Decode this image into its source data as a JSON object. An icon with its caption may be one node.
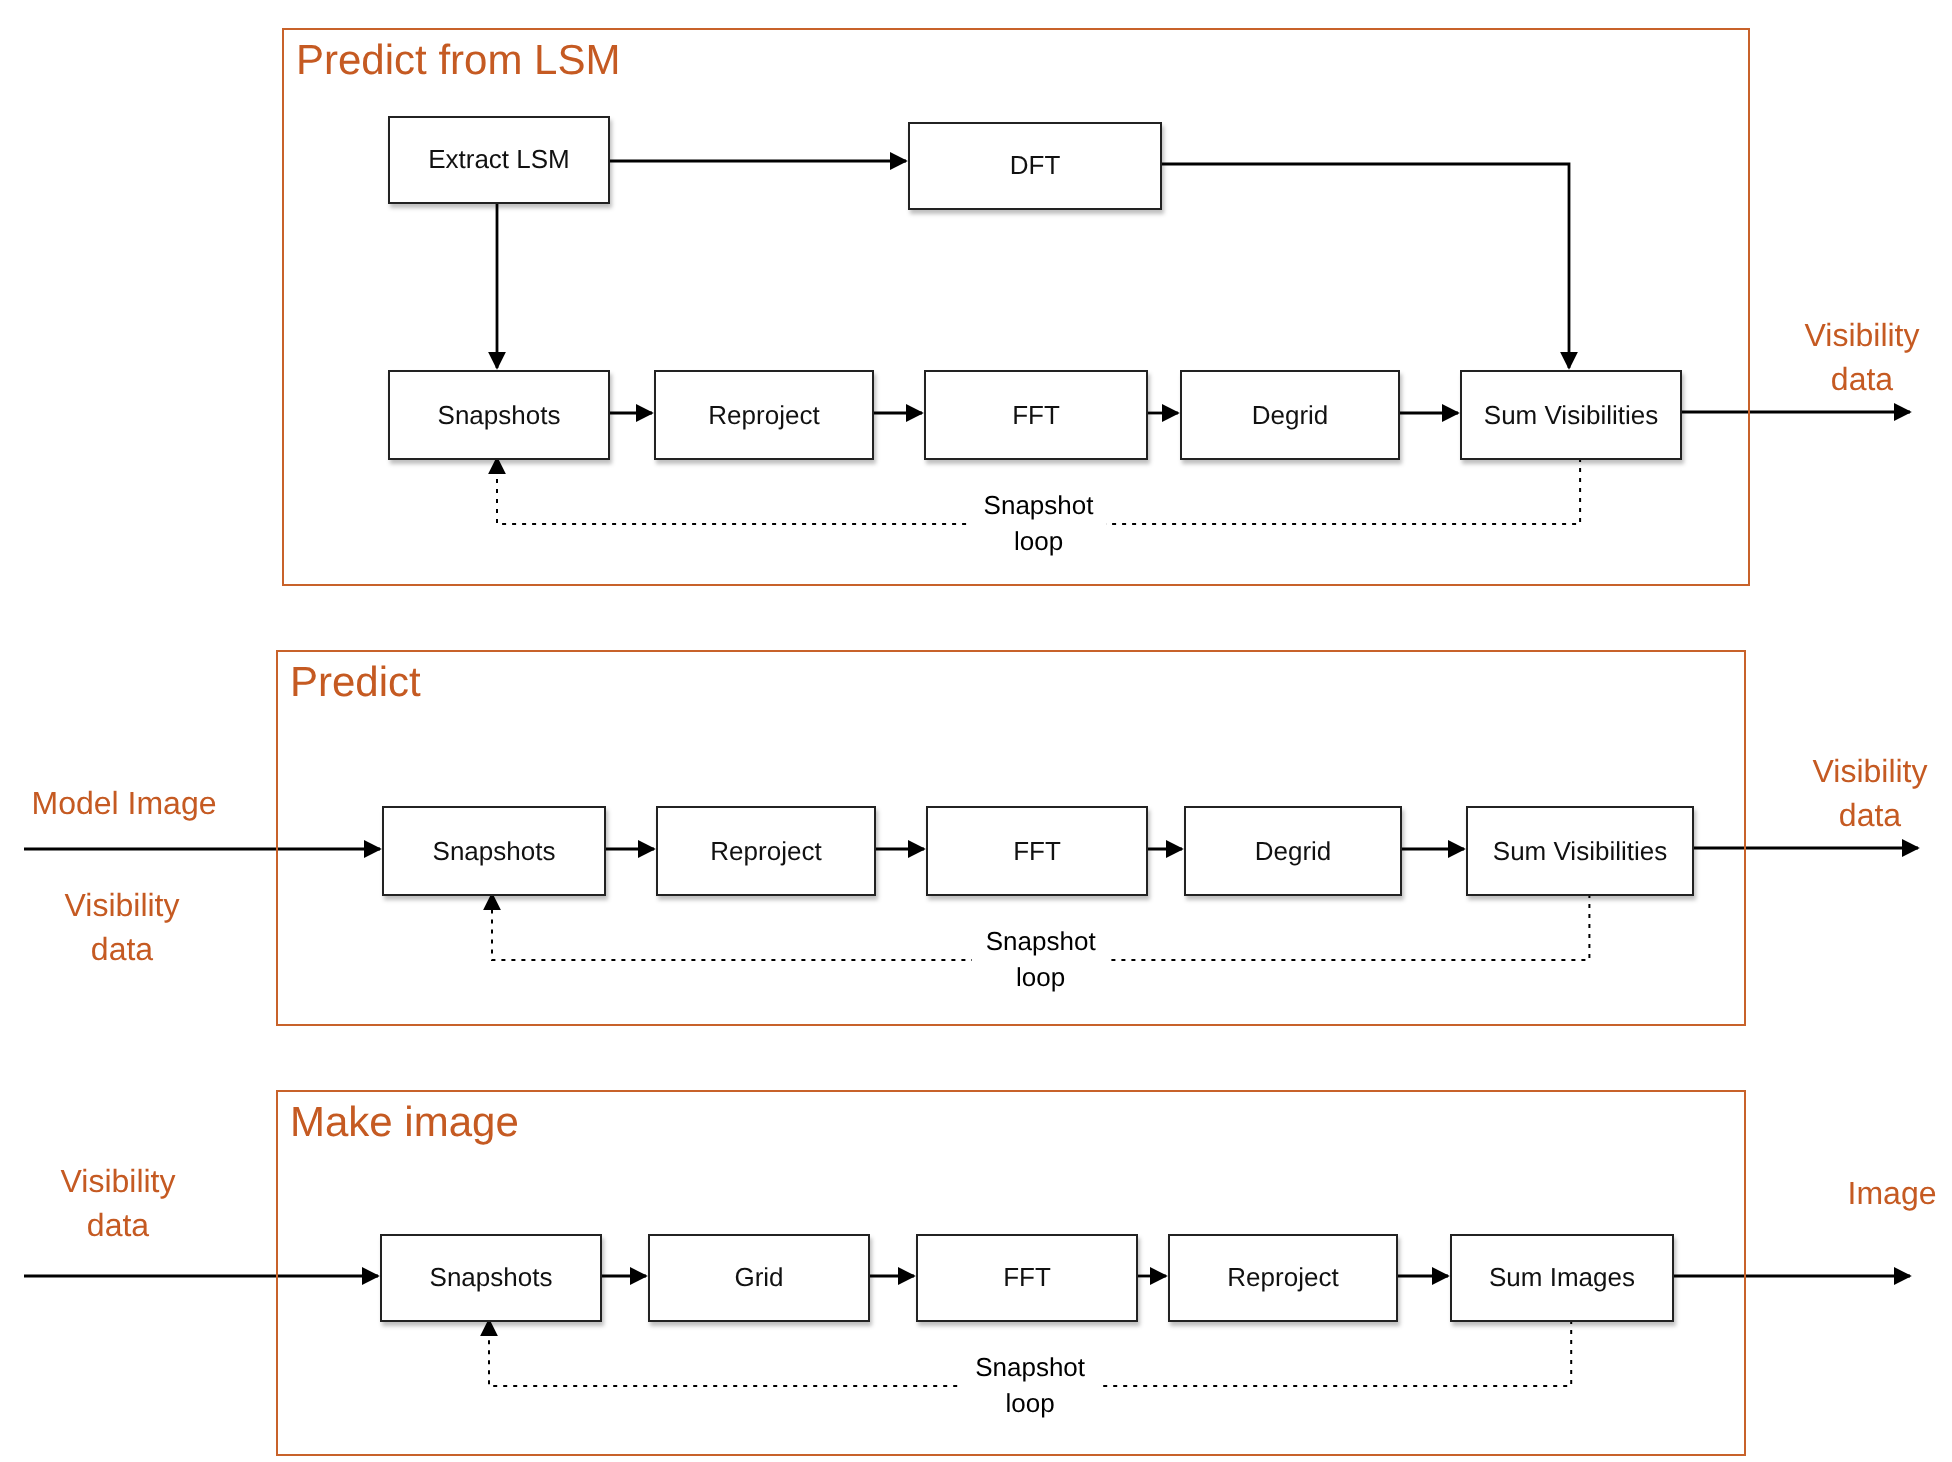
{
  "diagram": {
    "nodes": [
      {
        "text": [
          "Predict from LSM"
        ]
      },
      {
        "text": [
          "Extract LSM"
        ],
        "in": 0
      },
      {
        "text": [
          "DFT"
        ],
        "in": 0
      },
      {
        "text": [
          "Snapshots"
        ],
        "in": 0
      },
      {
        "text": [
          "Reproject"
        ],
        "in": 0
      },
      {
        "text": [
          "FFT"
        ],
        "in": 0
      },
      {
        "text": [
          "Degrid"
        ],
        "in": 0
      },
      {
        "text": [
          "Sum Visibilities"
        ],
        "in": 0
      },
      {
        "text": [
          "Predict"
        ]
      },
      {
        "text": [
          "Snapshots"
        ],
        "in": 8
      },
      {
        "text": [
          "Reproject"
        ],
        "in": 8
      },
      {
        "text": [
          "FFT"
        ],
        "in": 8
      },
      {
        "text": [
          "Degrid"
        ],
        "in": 8
      },
      {
        "text": [
          "Sum Visibilities"
        ],
        "in": 8
      },
      {
        "text": [
          "Make image"
        ]
      },
      {
        "text": [
          "Snapshots"
        ],
        "in": 14
      },
      {
        "text": [
          "Grid"
        ],
        "in": 14
      },
      {
        "text": [
          "FFT"
        ],
        "in": 14
      },
      {
        "text": [
          "Reproject"
        ],
        "in": 14
      },
      {
        "text": [
          "Sum Images"
        ],
        "in": 14
      },
      {
        "text": [
          "Visibility data"
        ]
      },
      {
        "text": [
          "Visibility data"
        ]
      }
    ],
    "edges": [
      {
        "from": 1,
        "to": 2,
        "arrow": "to"
      },
      {
        "from": 1,
        "to": 3,
        "arrow": "to"
      },
      {
        "from": 2,
        "to": 7,
        "arrow": "to"
      },
      {
        "from": 3,
        "to": 4,
        "arrow": "to"
      },
      {
        "from": 4,
        "to": 5,
        "arrow": "to"
      },
      {
        "from": 5,
        "to": 6,
        "arrow": "to"
      },
      {
        "from": 6,
        "to": 7,
        "arrow": "to"
      },
      {
        "from": 7,
        "to": 20,
        "arrow": "to"
      },
      {
        "from": 7,
        "to": 3,
        "arrow": "to",
        "style": "dashed",
        "label": "Snapshot loop"
      },
      {
        "from": null,
        "to": 9,
        "arrow": "to"
      },
      {
        "from": 9,
        "to": 10,
        "arrow": "to"
      },
      {
        "from": 10,
        "to": 11,
        "arrow": "to"
      },
      {
        "from": 11,
        "to": 12,
        "arrow": "to"
      },
      {
        "from": 12,
        "to": 13,
        "arrow": "to"
      },
      {
        "from": 13,
        "to": 21,
        "arrow": "to"
      },
      {
        "from": 13,
        "to": 9,
        "arrow": "to",
        "style": "dashed",
        "label": "Snapshot loop"
      },
      {
        "from": null,
        "to": 15,
        "arrow": "to"
      },
      {
        "from": 15,
        "to": 16,
        "arrow": "to"
      },
      {
        "from": 16,
        "to": 17,
        "arrow": "to"
      },
      {
        "from": 17,
        "to": 18,
        "arrow": "to"
      },
      {
        "from": 18,
        "to": 19,
        "arrow": "to"
      },
      {
        "from": 19,
        "to": null,
        "arrow": "to"
      },
      {
        "from": 19,
        "to": 15,
        "arrow": "to",
        "style": "dashed",
        "label": "Snapshot loop"
      }
    ],
    "labels": [
      "Model Image",
      "Visibility data",
      "Visibility data",
      "Image"
    ]
  }
}
